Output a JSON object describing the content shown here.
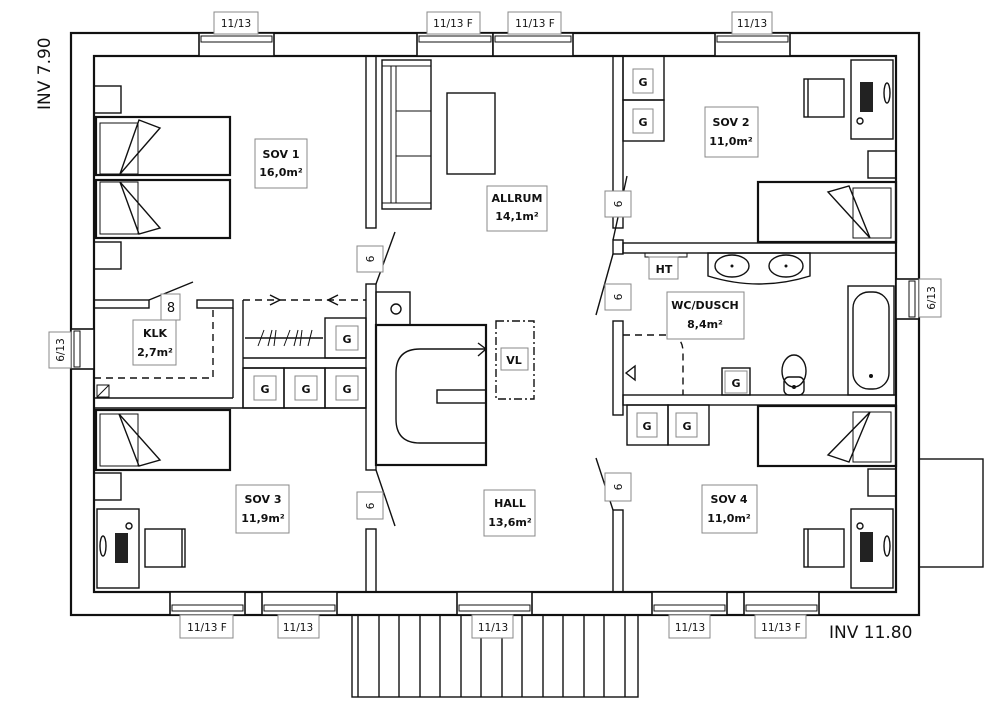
{
  "plan": {
    "elevation_left": "INV 7.90",
    "elevation_bottom_right": "INV 11.80",
    "rooms": [
      {
        "id": "sov1",
        "name": "SOV 1",
        "area": "16,0m²"
      },
      {
        "id": "allrum",
        "name": "ALLRUM",
        "area": "14,1m²"
      },
      {
        "id": "sov2",
        "name": "SOV 2",
        "area": "11,0m²"
      },
      {
        "id": "klk",
        "name": "KLK",
        "area": "2,7m²"
      },
      {
        "id": "wc",
        "name": "WC/DUSCH",
        "area": "8,4m²"
      },
      {
        "id": "sov3",
        "name": "SOV 3",
        "area": "11,9m²"
      },
      {
        "id": "hall",
        "name": "HALL",
        "area": "13,6m²"
      },
      {
        "id": "sov4",
        "name": "SOV 4",
        "area": "11,0m²"
      }
    ],
    "windows_top": [
      "11/13",
      "11/13 F",
      "11/13 F",
      "11/13"
    ],
    "windows_bottom": [
      "11/13 F",
      "11/13",
      "11/13",
      "11/13",
      "11/13 F"
    ],
    "window_left": "6/13",
    "window_right": "6/13",
    "door_labels": {
      "allrum_hall": "9",
      "sov2": "9",
      "wc": "9",
      "sov3": "9",
      "sov4": "9",
      "klk": "8"
    },
    "symbols": {
      "wardrobe": "G",
      "ht": "HT",
      "vl": "VL"
    }
  }
}
